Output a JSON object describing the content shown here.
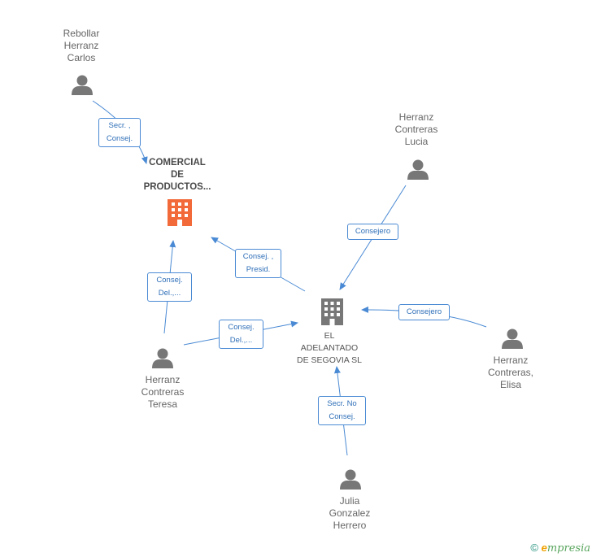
{
  "colors": {
    "edge": "#4a8ad4",
    "person": "#777777",
    "company": "#777777",
    "main_company": "#f26a3a"
  },
  "nodes": {
    "rebollar": "Rebollar\nHerranz\nCarlos",
    "comercial": "COMERCIAL\nDE\nPRODUCTOS...",
    "lucia": "Herranz\nContreras\nLucia",
    "adelantado": "EL\nADELANTADO\nDE SEGOVIA SL",
    "elisa": "Herranz\nContreras,\nElisa",
    "teresa": "Herranz\nContreras\nTeresa",
    "julia": "Julia\nGonzalez\nHerrero"
  },
  "edges": {
    "rebollar_comercial": "Secr. ,\nConsej.",
    "lucia_adelantado": "Consejero",
    "adelantado_comercial": "Consej. ,\nPresid.",
    "teresa_comercial": "Consej.\nDel.,...",
    "elisa_adelantado": "Consejero",
    "teresa_adelantado": "Consej.\nDel.,...",
    "julia_adelantado": "Secr. No\nConsej."
  },
  "footer": {
    "copyright": "©",
    "brand_e": "e",
    "brand_rest": "mpresia"
  }
}
